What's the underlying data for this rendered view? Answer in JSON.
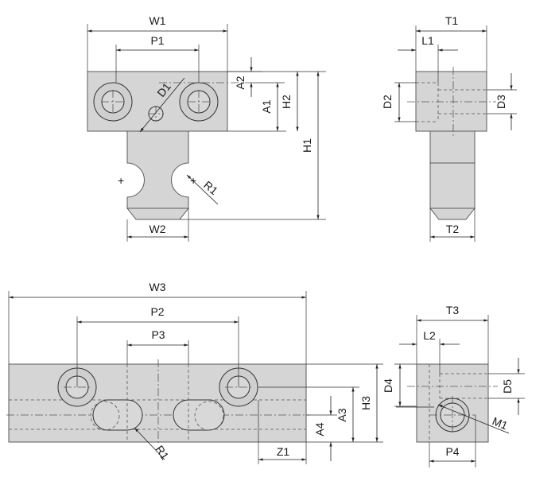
{
  "labels": {
    "W1": "W1",
    "P1": "P1",
    "D1": "D1",
    "A2": "A2",
    "A1": "A1",
    "H2": "H2",
    "H1": "H1",
    "R1_top": "R1",
    "W2": "W2",
    "T1": "T1",
    "L1": "L1",
    "D2": "D2",
    "D3": "D3",
    "T2": "T2",
    "W3": "W3",
    "P2": "P2",
    "P3": "P3",
    "H3": "H3",
    "A3": "A3",
    "A4": "A4",
    "Z1": "Z1",
    "R1_bottom": "R1",
    "T3": "T3",
    "L2": "L2",
    "D4": "D4",
    "D5": "D5",
    "M1": "M1",
    "P4": "P4"
  }
}
